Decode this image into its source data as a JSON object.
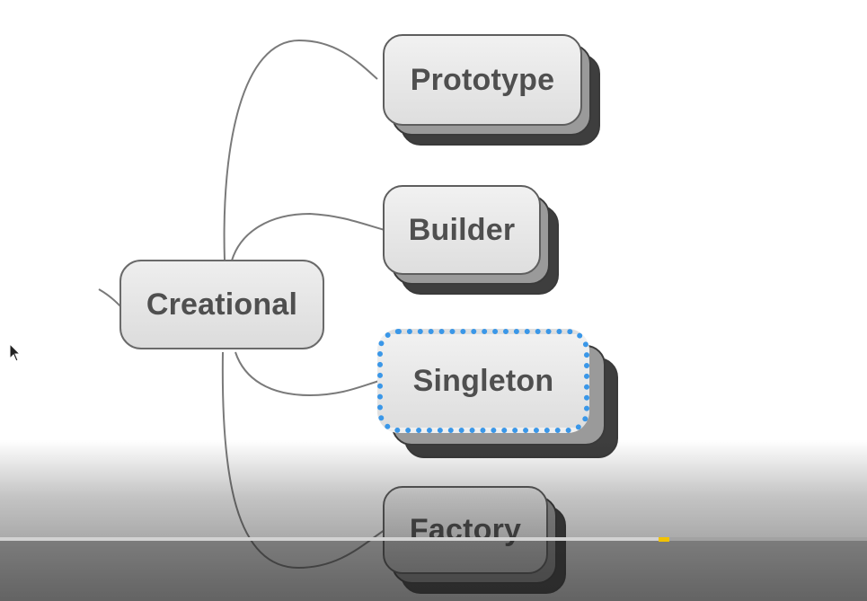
{
  "diagram": {
    "root": {
      "label": "Creational"
    },
    "children": [
      {
        "label": "Prototype",
        "selected": false
      },
      {
        "label": "Builder",
        "selected": false
      },
      {
        "label": "Singleton",
        "selected": true
      },
      {
        "label": "Factory",
        "selected": false
      }
    ]
  },
  "colors": {
    "selection_border": "#3a97e8",
    "node_text": "#4f4f4f",
    "progress_marker": "#f2c200"
  },
  "video_controls": {
    "progress_fraction": 0.76
  }
}
